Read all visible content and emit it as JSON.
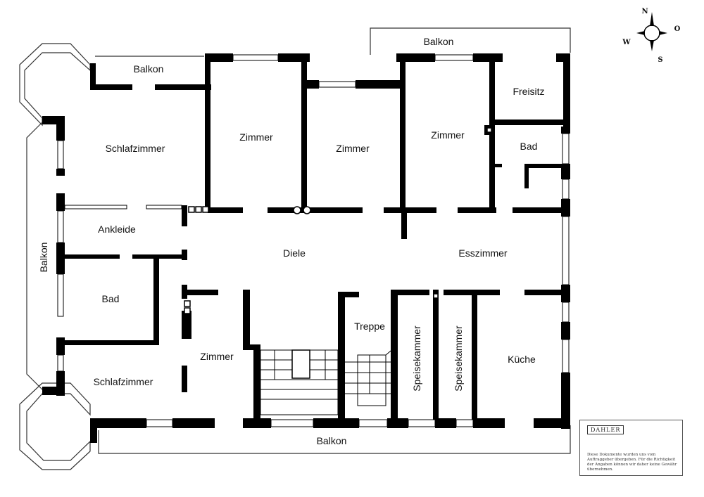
{
  "rooms": {
    "balkon_top_left": "Balkon",
    "balkon_top_right": "Balkon",
    "balkon_left": "Balkon",
    "balkon_bottom": "Balkon",
    "freisitz": "Freisitz",
    "schlafzimmer_1": "Schlafzimmer",
    "schlafzimmer_2": "Schlafzimmer",
    "zimmer_1": "Zimmer",
    "zimmer_2": "Zimmer",
    "zimmer_3": "Zimmer",
    "zimmer_4": "Zimmer",
    "bad_1": "Bad",
    "bad_2": "Bad",
    "ankleide": "Ankleide",
    "diele": "Diele",
    "esszimmer": "Esszimmer",
    "treppe": "Treppe",
    "speisekammer_1": "Speisekammer",
    "speisekammer_2": "Speisekammer",
    "kueche": "Küche"
  },
  "compass": {
    "n": "N",
    "o": "O",
    "s": "S",
    "w": "W"
  },
  "infobox": {
    "brand": "DAHLER",
    "disclaimer": "Diese Dokumente wurden uns vom Auftraggeber übergeben. Für die Richtigkeit der Angaben können wir daher keine Gewähr übernehmen."
  },
  "colors": {
    "wall": "#000000",
    "line": "#333333",
    "background": "#ffffff"
  }
}
